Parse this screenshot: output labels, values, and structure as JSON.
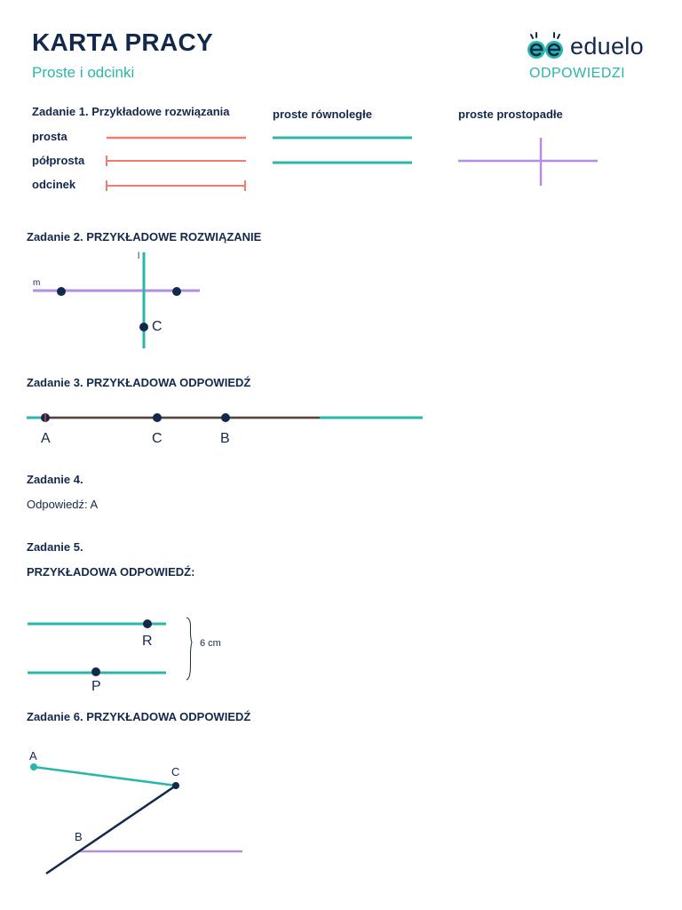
{
  "header": {
    "title": "KARTA PRACY",
    "subtitle": "Proste i odcinki",
    "brand": "eduelo",
    "answers_label": "ODPOWIEDZI"
  },
  "task1": {
    "heading": "Zadanie 1. Przykładowe rozwiązania",
    "row_labels": [
      "prosta",
      "półprosta",
      "odcinek"
    ],
    "parallel_label": "proste równoległe",
    "perpendicular_label": "proste prostopadłe"
  },
  "task2": {
    "heading": "Zadanie 2. PRZYKŁADOWE ROZWIĄZANIE",
    "line_l": "l",
    "line_m": "m",
    "point_c": "C"
  },
  "task3": {
    "heading": "Zadanie 3. PRZYKŁADOWA ODPOWIEDŹ",
    "points": [
      "A",
      "C",
      "B"
    ]
  },
  "task4": {
    "heading": "Zadanie 4.",
    "answer": "Odpowiedź: A"
  },
  "task5": {
    "heading": "Zadanie 5.",
    "subheading": "PRZYKŁADOWA ODPOWIEDŹ:",
    "point_r": "R",
    "point_p": "P",
    "distance": "6 cm"
  },
  "task6": {
    "heading": "Zadanie 6. PRZYKŁADOWA ODPOWIEDŹ",
    "points": [
      "A",
      "C",
      "B"
    ]
  },
  "colors": {
    "navy": "#13294b",
    "teal": "#2ab7a9",
    "coral": "#f27a6e",
    "lavender": "#b48ee0",
    "brown": "#8b2e2a"
  }
}
